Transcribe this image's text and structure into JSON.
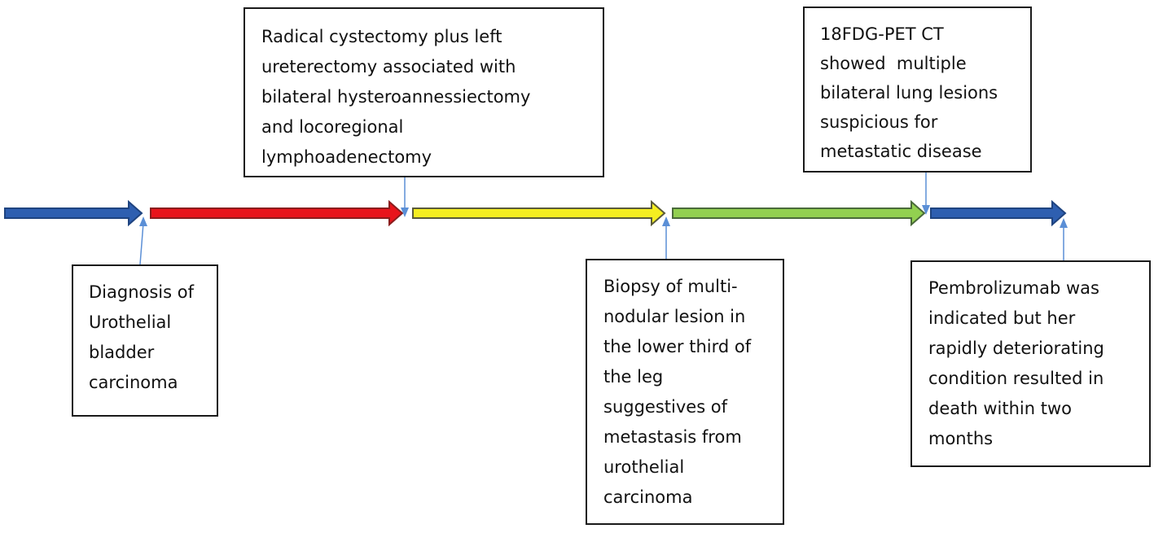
{
  "timeline": {
    "arrows": [
      {
        "id": "arrow-1",
        "color": "#2e5fb0",
        "stroke": "#1f4480"
      },
      {
        "id": "arrow-2",
        "color": "#e8141b",
        "stroke": "#8a1d1d"
      },
      {
        "id": "arrow-3",
        "color": "#f5ee21",
        "stroke": "#5a5a3a"
      },
      {
        "id": "arrow-4",
        "color": "#92d050",
        "stroke": "#4a6a3a"
      },
      {
        "id": "arrow-5",
        "color": "#2e5fb0",
        "stroke": "#1f4480"
      }
    ],
    "connector_color": "#5b8fd6"
  },
  "events": {
    "diagnosis": {
      "lines": [
        "Diagnosis of",
        "Urothelial",
        "bladder",
        "carcinoma"
      ]
    },
    "surgery": {
      "lines": [
        "Radical cystectomy plus left",
        "ureterectomy associated with",
        "bilateral hysteroannessiectomy",
        "and locoregional",
        "lymphoadenectomy"
      ]
    },
    "biopsy": {
      "lines": [
        "Biopsy of multi-",
        "nodular lesion in",
        "the lower third of",
        "the leg",
        "suggestives of",
        "metastasis from",
        "urothelial",
        "carcinoma"
      ]
    },
    "pet_ct": {
      "lines": [
        "18FDG-PET CT",
        "showed  multiple",
        "bilateral lung lesions",
        "suspicious for",
        "metastatic disease"
      ]
    },
    "outcome": {
      "lines": [
        "Pembrolizumab was",
        "indicated but her",
        "rapidly deteriorating",
        "condition resulted in",
        "death within two",
        "months"
      ]
    }
  }
}
